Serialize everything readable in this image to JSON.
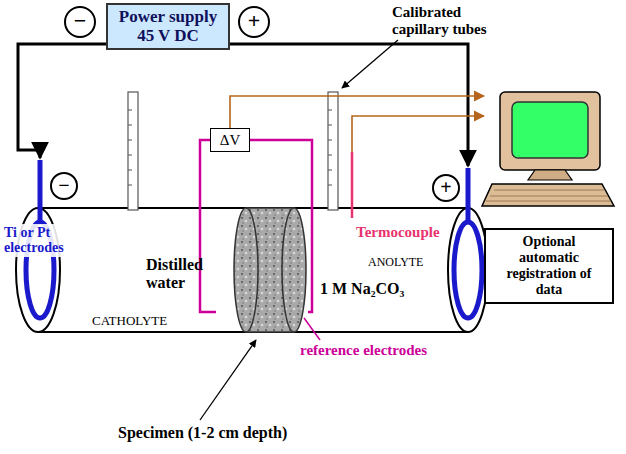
{
  "diagram": {
    "nodes": [
      {
        "text": [
          "Power supply 45 V DC"
        ]
      },
      {
        "text": [
          "ΔV"
        ]
      },
      {
        "text": [
          "Optional automatic registration of data"
        ]
      }
    ],
    "labels": [
      "−",
      "+",
      "Calibrated capillary tubes",
      "−",
      "Ti or Pt electrodes",
      "Termocouple",
      "+",
      "Distilled water",
      "ANOLYTE",
      "1 M Na₂CO₃",
      "CATHOLYTE",
      "reference electrodes",
      "Specimen (1-2 cm depth)"
    ]
  }
}
